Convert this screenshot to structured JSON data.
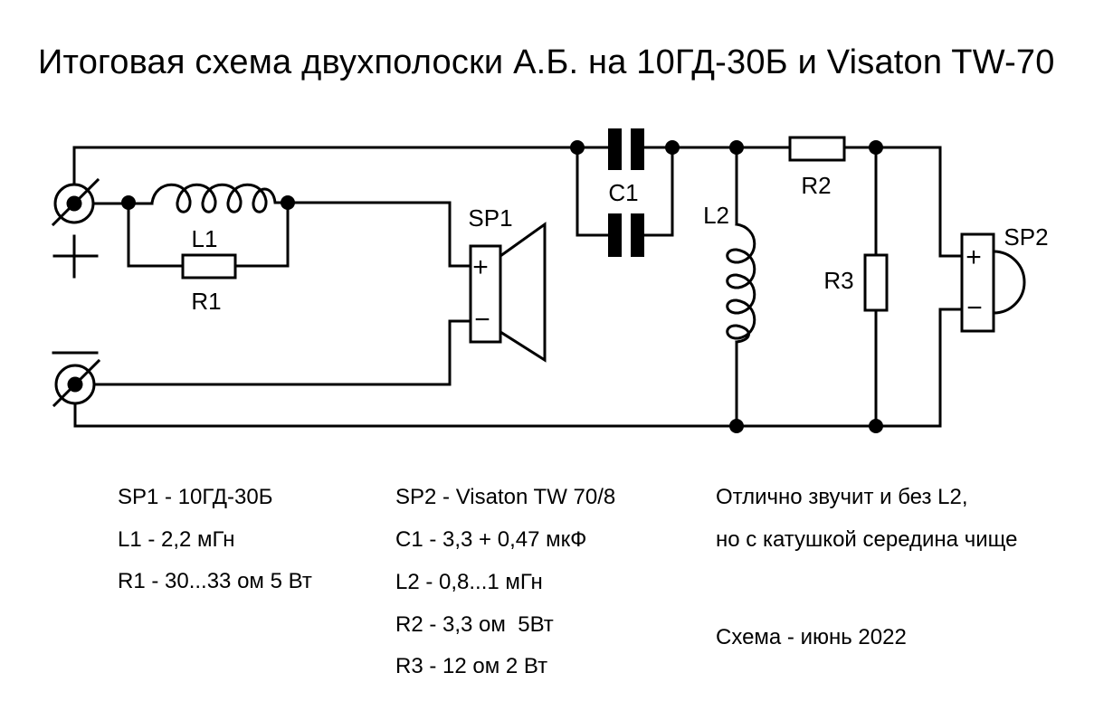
{
  "title": "Итоговая схема двухполоски А.Б. на 10ГД-30Б и Visaton TW-70",
  "schematic": {
    "labels": {
      "sp1": "SP1",
      "l1": "L1",
      "r1": "R1",
      "c1": "C1",
      "l2": "L2",
      "r2": "R2",
      "r3": "R3",
      "sp2": "SP2",
      "sp1_plus": "+",
      "sp1_minus": "−",
      "sp2_plus": "+",
      "sp2_minus": "−"
    }
  },
  "legend": {
    "column1": [
      "SP1 - 10ГД-30Б",
      "L1 - 2,2 мГн",
      "R1 - 30...33 ом 5 Вт"
    ],
    "column2": [
      "SP2 - Visaton TW 70/8",
      "C1 - 3,3 + 0,47 мкФ",
      "L2 - 0,8...1 мГн",
      "R2 - 3,3 ом  5Вт",
      "R3 - 12 ом 2 Вт"
    ],
    "note": [
      "Отлично звучит и без L2,",
      "но с катушкой середина чище"
    ],
    "date": "Схема - июнь 2022"
  },
  "colors": {
    "line": "#000000",
    "background": "#ffffff"
  }
}
